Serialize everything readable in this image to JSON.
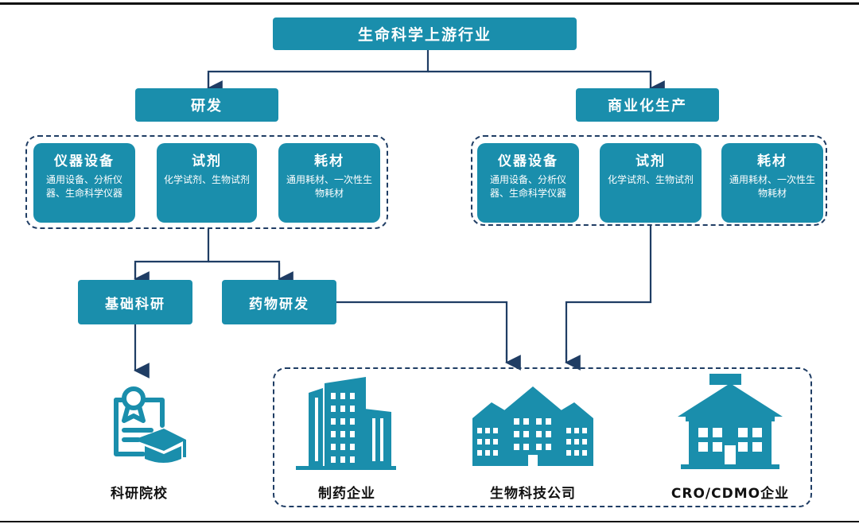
{
  "top": {
    "title": "生命科学上游行业"
  },
  "branches": {
    "rnd": "研发",
    "commercial": "商业化生产"
  },
  "rnd_cards": [
    {
      "title": "仪器设备",
      "desc": "通用设备、分析仪器、生命科学仪器"
    },
    {
      "title": "试剂",
      "desc": "化学试剂、生物试剂"
    },
    {
      "title": "耗材",
      "desc": "通用耗材、一次性生物耗材"
    }
  ],
  "commercial_cards": [
    {
      "title": "仪器设备",
      "desc": "通用设备、分析仪器、生命科学仪器"
    },
    {
      "title": "试剂",
      "desc": "化学试剂、生物试剂"
    },
    {
      "title": "耗材",
      "desc": "通用耗材、一次性生物耗材"
    }
  ],
  "research": {
    "basic": "基础科研",
    "drug": "药物研发"
  },
  "customers": {
    "university": "科研院校",
    "pharma": "制药企业",
    "biotech": "生物科技公司",
    "cro": "CRO/CDMO企业"
  },
  "icons": [
    "certificate-graduation-icon",
    "office-towers-icon",
    "campus-building-icon",
    "house-icon"
  ],
  "colors": {
    "box": "#1a8eac",
    "arrow": "#1f3d64",
    "dash": "#1f3d64"
  }
}
